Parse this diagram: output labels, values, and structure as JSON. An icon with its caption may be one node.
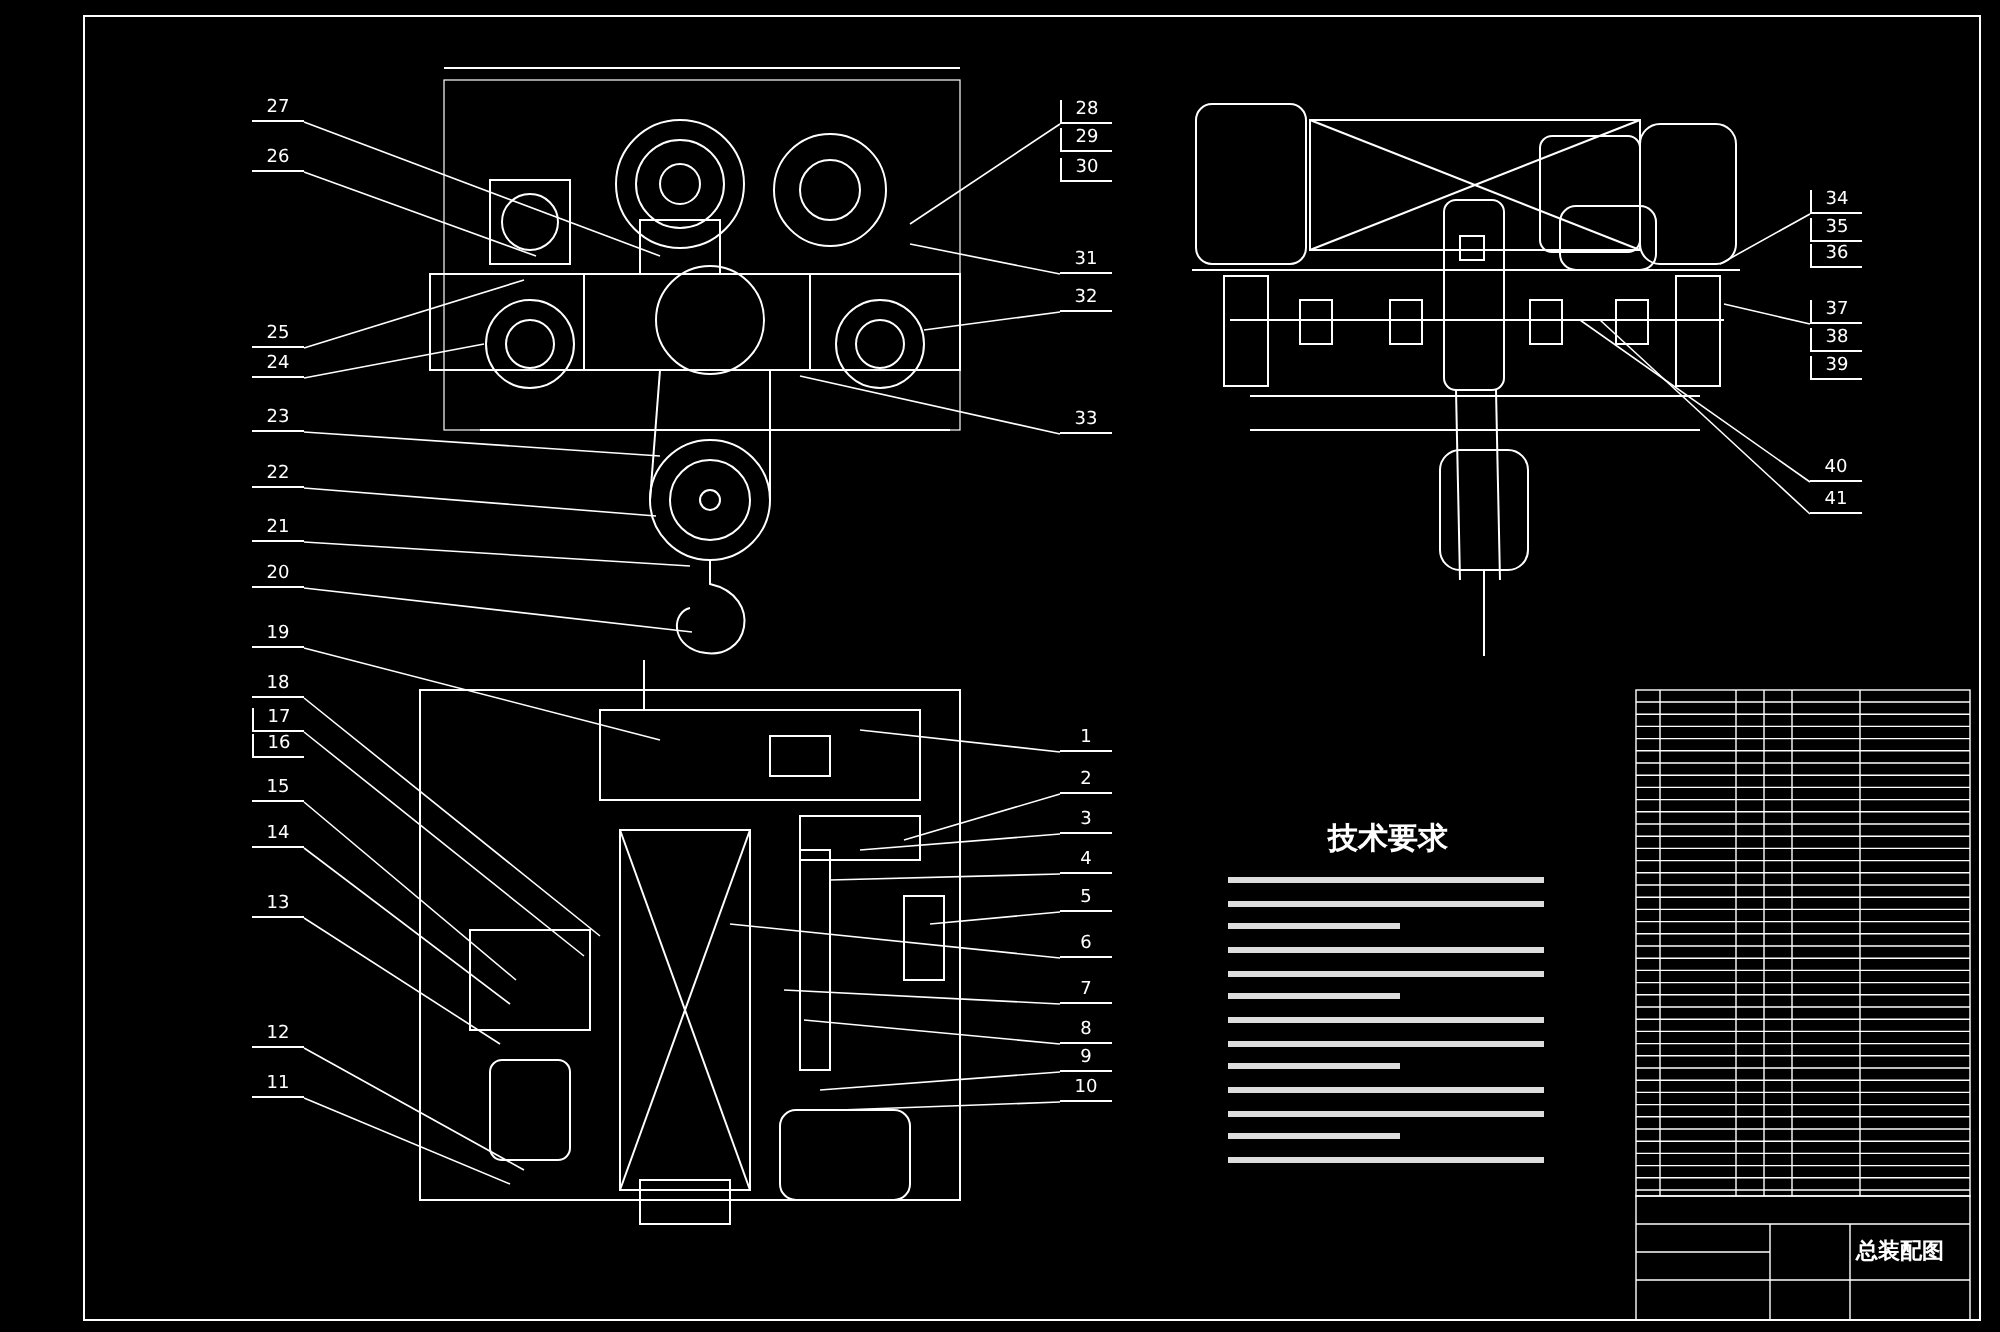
{
  "diagram": {
    "nodes": [
      {
        "text": [
          "27"
        ]
      },
      {
        "text": [
          "26"
        ]
      },
      {
        "text": [
          "25"
        ]
      },
      {
        "text": [
          "24"
        ]
      },
      {
        "text": [
          "23"
        ]
      },
      {
        "text": [
          "22"
        ]
      },
      {
        "text": [
          "21"
        ]
      },
      {
        "text": [
          "20"
        ]
      },
      {
        "text": [
          "19"
        ]
      },
      {
        "text": [
          "18"
        ]
      },
      {
        "text": [
          "17"
        ]
      },
      {
        "text": [
          "16"
        ]
      },
      {
        "text": [
          "15"
        ]
      },
      {
        "text": [
          "14"
        ]
      },
      {
        "text": [
          "13"
        ]
      },
      {
        "text": [
          "12"
        ]
      },
      {
        "text": [
          "11"
        ]
      },
      {
        "text": [
          "28"
        ]
      },
      {
        "text": [
          "29"
        ]
      },
      {
        "text": [
          "30"
        ]
      },
      {
        "text": [
          "31"
        ]
      },
      {
        "text": [
          "32"
        ]
      },
      {
        "text": [
          "33"
        ]
      },
      {
        "text": [
          "34"
        ]
      },
      {
        "text": [
          "35"
        ]
      },
      {
        "text": [
          "36"
        ]
      },
      {
        "text": [
          "37"
        ]
      },
      {
        "text": [
          "38"
        ]
      },
      {
        "text": [
          "39"
        ]
      },
      {
        "text": [
          "40"
        ]
      },
      {
        "text": [
          "41"
        ]
      },
      {
        "text": [
          "1"
        ]
      },
      {
        "text": [
          "2"
        ]
      },
      {
        "text": [
          "3"
        ]
      },
      {
        "text": [
          "4"
        ]
      },
      {
        "text": [
          "5"
        ]
      },
      {
        "text": [
          "6"
        ]
      },
      {
        "text": [
          "7"
        ]
      },
      {
        "text": [
          "8"
        ]
      },
      {
        "text": [
          "9"
        ]
      },
      {
        "text": [
          "10"
        ]
      }
    ],
    "edges": [
      {
        "from": 0,
        "to": null,
        "arrow": "none"
      },
      {
        "from": 1,
        "to": null,
        "arrow": "none"
      },
      {
        "from": 2,
        "to": null,
        "arrow": "none"
      },
      {
        "from": 3,
        "to": null,
        "arrow": "none"
      },
      {
        "from": 4,
        "to": null,
        "arrow": "none"
      },
      {
        "from": 5,
        "to": null,
        "arrow": "none"
      },
      {
        "from": 6,
        "to": null,
        "arrow": "none"
      },
      {
        "from": 7,
        "to": null,
        "arrow": "none"
      },
      {
        "from": 8,
        "to": null,
        "arrow": "none"
      },
      {
        "from": 9,
        "to": null,
        "arrow": "none"
      },
      {
        "from": 10,
        "to": null,
        "arrow": "none"
      },
      {
        "from": 12,
        "to": null,
        "arrow": "none"
      },
      {
        "from": 13,
        "to": null,
        "arrow": "none"
      },
      {
        "from": 14,
        "to": null,
        "arrow": "none"
      },
      {
        "from": 15,
        "to": null,
        "arrow": "none"
      },
      {
        "from": 16,
        "to": null,
        "arrow": "none"
      },
      {
        "from": 17,
        "to": null,
        "arrow": "none"
      },
      {
        "from": 20,
        "to": null,
        "arrow": "none"
      },
      {
        "from": 21,
        "to": null,
        "arrow": "none"
      },
      {
        "from": 22,
        "to": null,
        "arrow": "none"
      },
      {
        "from": 23,
        "to": null,
        "arrow": "none"
      },
      {
        "from": 26,
        "to": null,
        "arrow": "none"
      },
      {
        "from": 29,
        "to": null,
        "arrow": "none"
      },
      {
        "from": 30,
        "to": null,
        "arrow": "none"
      },
      {
        "from": 31,
        "to": null,
        "arrow": "none"
      },
      {
        "from": 32,
        "to": null,
        "arrow": "none"
      },
      {
        "from": 33,
        "to": null,
        "arrow": "none"
      },
      {
        "from": 34,
        "to": null,
        "arrow": "none"
      },
      {
        "from": 35,
        "to": null,
        "arrow": "none"
      },
      {
        "from": 36,
        "to": null,
        "arrow": "none"
      },
      {
        "from": 37,
        "to": null,
        "arrow": "none"
      },
      {
        "from": 38,
        "to": null,
        "arrow": "none"
      },
      {
        "from": 39,
        "to": null,
        "arrow": "none"
      },
      {
        "from": 40,
        "to": null,
        "arrow": "none"
      }
    ],
    "labels": [
      "技术要求",
      "总装配图"
    ]
  }
}
